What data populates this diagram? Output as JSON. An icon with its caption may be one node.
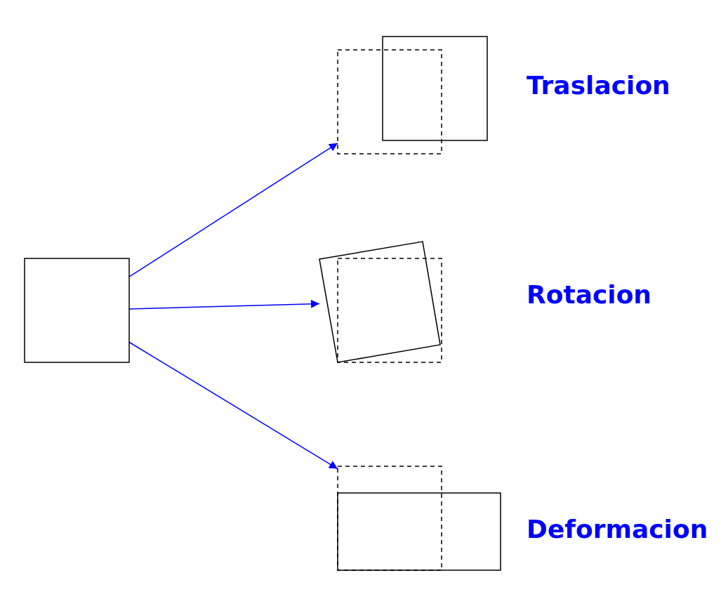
{
  "diagram": {
    "nodes": [
      {
        "text": [],
        "shape": "box"
      },
      {
        "text": [],
        "shape": "box",
        "beside": [
          "Traslacion"
        ]
      },
      {
        "text": [],
        "shape": "box",
        "beside": [
          "Rotacion"
        ]
      },
      {
        "text": [],
        "shape": "box",
        "beside": [
          "Deformacion"
        ]
      }
    ],
    "edges": [
      {
        "from": 0,
        "to": 1,
        "arrow": "to",
        "color": "#0000ff"
      },
      {
        "from": 0,
        "to": 2,
        "arrow": "to",
        "color": "#0000ff"
      },
      {
        "from": 0,
        "to": 3,
        "arrow": "to",
        "color": "#0000ff"
      }
    ]
  }
}
